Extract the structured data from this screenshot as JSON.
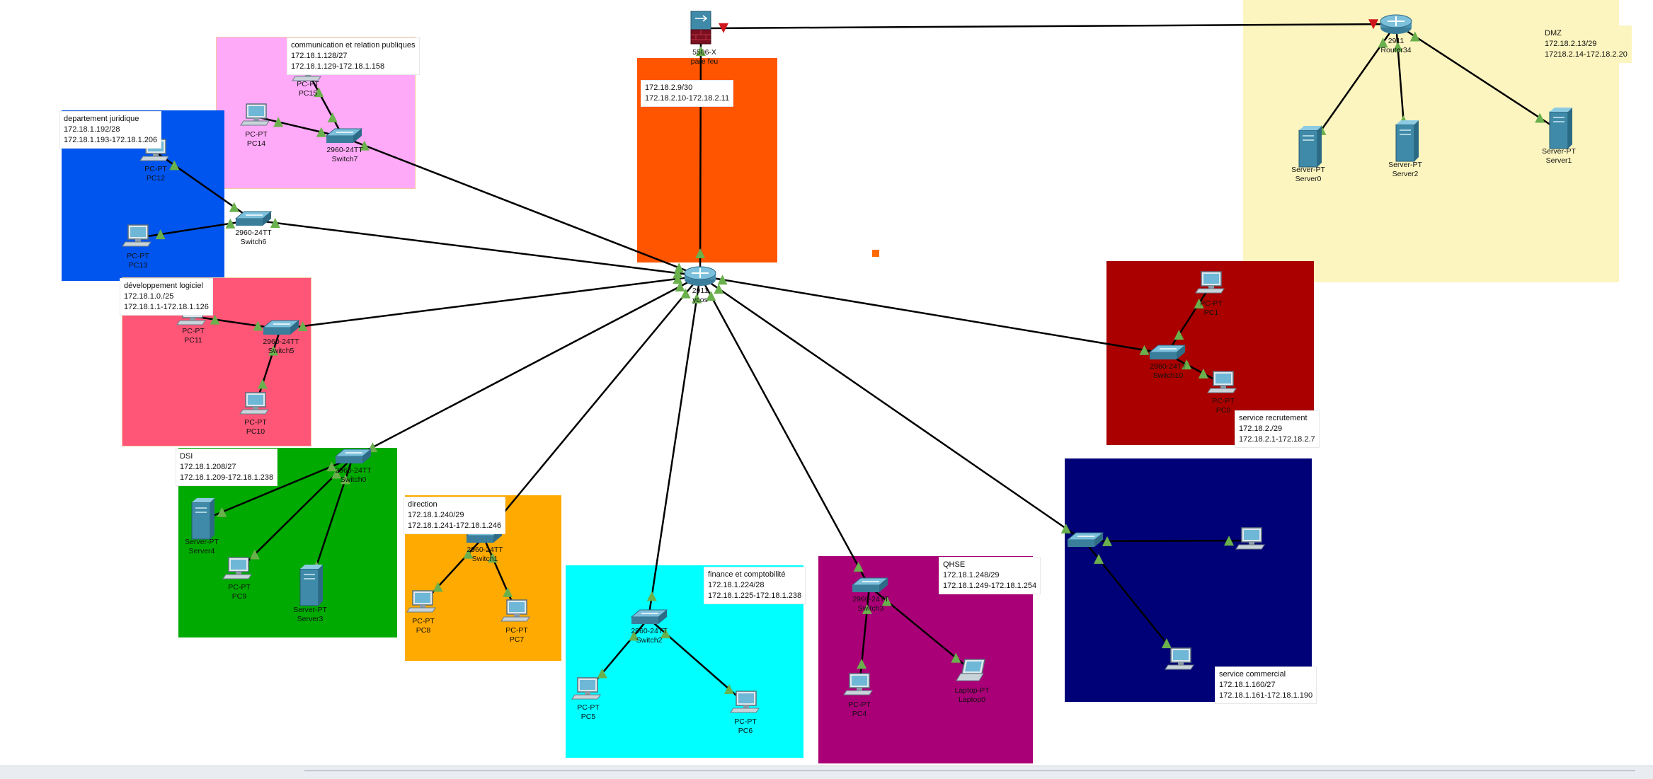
{
  "colors": {
    "link": "#000000",
    "port_up": "#6ab04c",
    "port_down": "#d0161c",
    "zone_dmz": "#fdf5bf",
    "zone_comm": "#ffaaf9",
    "zone_juridique": "#0055ee",
    "zone_firewall": "#ff5500",
    "zone_devlog": "#ff5577",
    "zone_dsi": "#00aa00",
    "zone_direction": "#ffaa00",
    "zone_finance": "#00ffff",
    "zone_qhse": "#aa0077",
    "zone_recrutement": "#aa0000",
    "zone_commercial": "#000077"
  },
  "zones": {
    "dmz": {
      "lines": [
        "DMZ",
        "172.18.2.13/29",
        "17218.2.14-172.18.2.20"
      ]
    },
    "communication": {
      "lines": [
        "communication et relation publiques",
        "172.18.1.128/27",
        "172.18.1.129-172.18.1.158"
      ]
    },
    "juridique": {
      "lines": [
        "departement juridique",
        "172.18.1.192/28",
        "172.18.1.193-172.18.1.206"
      ]
    },
    "firewall_link": {
      "lines": [
        "172.18.2.9/30",
        "172.18.2.10-172.18.2.11"
      ]
    },
    "devlog": {
      "lines": [
        "développement logiciel",
        "172.18.1.0./25",
        "172.18.1.1-172.18.1.126"
      ]
    },
    "dsi": {
      "lines": [
        "DSI",
        "172.18.1.208/27",
        "172.18.1.209-172.18.1.238"
      ]
    },
    "direction": {
      "lines": [
        "direction",
        "172.18.1.240/29",
        "172.18.1.241-172.18.1.246"
      ]
    },
    "finance": {
      "lines": [
        "finance et comptobilité",
        "172.18.1.224/28",
        "172.18.1.225-172.18.1.238"
      ]
    },
    "qhse": {
      "lines": [
        "QHSE",
        "172.18.1.248/29",
        "172.18.1.249-172.18.1.254"
      ]
    },
    "recrutement": {
      "lines": [
        "service recrutement",
        "172.18.2./29",
        "172.18.2.1-172.18.2.7"
      ]
    },
    "commercial": {
      "lines": [
        "service commercial",
        "172.18.1.160/27",
        "172.18.1.161-172.18.1.190"
      ]
    }
  },
  "devices": {
    "firewall": {
      "model": "5506-X",
      "name": "pare feu"
    },
    "router34": {
      "model": "2911",
      "name": "Router34"
    },
    "core": {
      "model": "2911",
      "name": "ycos"
    },
    "server0": {
      "model": "Server-PT",
      "name": "Server0"
    },
    "server2": {
      "model": "Server-PT",
      "name": "Server2"
    },
    "server1": {
      "model": "Server-PT",
      "name": "Server1"
    },
    "pc15": {
      "model": "PC-PT",
      "name": "PC15"
    },
    "pc14": {
      "model": "PC-PT",
      "name": "PC14"
    },
    "switch7": {
      "model": "2960-24TT",
      "name": "Switch7"
    },
    "pc12": {
      "model": "PC-PT",
      "name": "PC12"
    },
    "pc13": {
      "model": "PC-PT",
      "name": "PC13"
    },
    "switch6": {
      "model": "2960-24TT",
      "name": "Switch6"
    },
    "pc11": {
      "model": "PC-PT",
      "name": "PC11"
    },
    "pc10": {
      "model": "PC-PT",
      "name": "PC10"
    },
    "switch5": {
      "model": "2960-24TT",
      "name": "Switch5"
    },
    "switch0": {
      "model": "2960-24TT",
      "name": "Switch0"
    },
    "server4": {
      "model": "Server-PT",
      "name": "Server4"
    },
    "pc9": {
      "model": "PC-PT",
      "name": "PC9"
    },
    "server3": {
      "model": "Server-PT",
      "name": "Server3"
    },
    "switch1": {
      "model": "2960-24TT",
      "name": "Switch1"
    },
    "pc8": {
      "model": "PC-PT",
      "name": "PC8"
    },
    "pc7": {
      "model": "PC-PT",
      "name": "PC7"
    },
    "switch2": {
      "model": "2960-24TT",
      "name": "Switch2"
    },
    "pc5": {
      "model": "PC-PT",
      "name": "PC5"
    },
    "pc6": {
      "model": "PC-PT",
      "name": "PC6"
    },
    "switch3": {
      "model": "2960-24TT",
      "name": "Switch3"
    },
    "pc4": {
      "model": "PC-PT",
      "name": "PC4"
    },
    "laptop0": {
      "model": "Laptop-PT",
      "name": "Laptop0"
    },
    "switch10": {
      "model": "2960-24TT",
      "name": "Switch10"
    },
    "pc1": {
      "model": "PC-PT",
      "name": "PC1"
    },
    "pc0": {
      "model": "PC-PT",
      "name": "PC0"
    },
    "switch_com": {
      "model": "",
      "name": ""
    },
    "pc_com1": {
      "model": "",
      "name": ""
    },
    "pc_com2": {
      "model": "",
      "name": ""
    }
  }
}
